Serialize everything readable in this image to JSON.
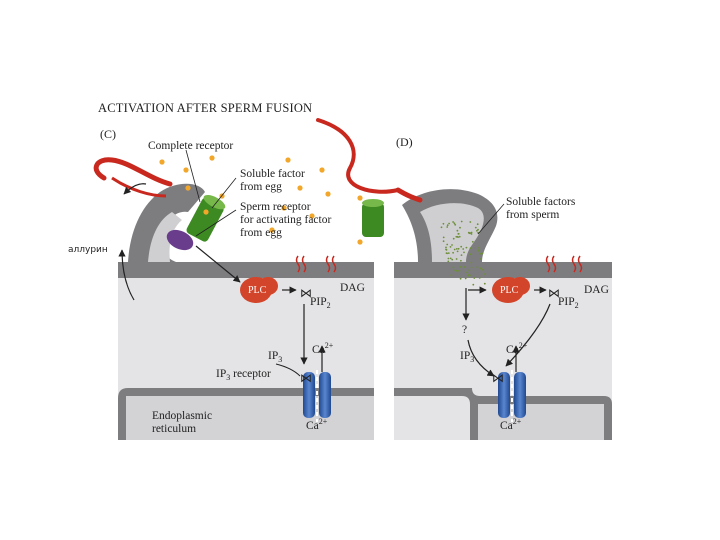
{
  "title": "ACTIVATION AFTER SPERM FUSION",
  "panel_c": {
    "letter": "(C)",
    "complete_receptor": "Complete receptor",
    "soluble_factor_1": "Soluble factor",
    "soluble_factor_2": "from egg",
    "sperm_receptor_1": "Sperm receptor",
    "sperm_receptor_2": "for activating factor",
    "sperm_receptor_3": "from egg",
    "allurin": "аллурин",
    "plc": "PLC",
    "dag": "DAG",
    "pip_base": "PIP",
    "pip_sub": "2",
    "ip_base": "IP",
    "ip_sub": "3",
    "ip3_receptor_suffix": " receptor",
    "ca_base": "Ca",
    "ca_sup": "2+",
    "er_1": "Endoplasmic",
    "er_2": "reticulum"
  },
  "panel_d": {
    "letter": "(D)",
    "soluble_factors_1": "Soluble factors",
    "soluble_factors_2": "from sperm",
    "question": "?",
    "plc": "PLC",
    "dag": "DAG",
    "pip_base": "PIP",
    "pip_sub": "2",
    "ip_base": "IP",
    "ip_sub": "3",
    "ca_base": "Ca",
    "ca_sup": "2+"
  },
  "colors": {
    "cytoplasm": "#e4e4e6",
    "membrane": "#7d7d80",
    "sperm_red": "#c8281e",
    "plc_red": "#d2452a",
    "receptor_green": "#3d8a22",
    "receptor_purple": "#6a3d8c",
    "channel_blue": "#2c5aa8",
    "factor_orange": "#f2a72a",
    "granule_green": "#6f8f3a"
  }
}
